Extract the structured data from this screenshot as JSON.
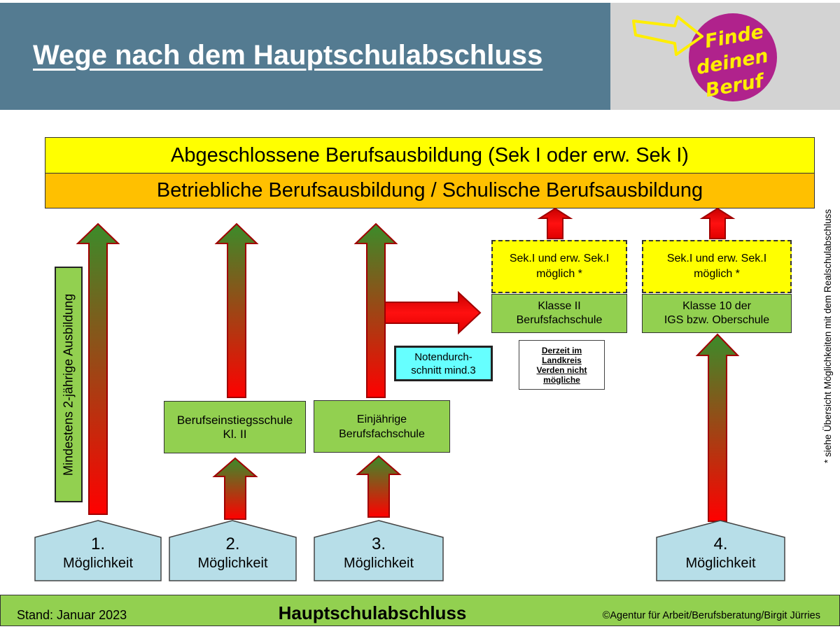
{
  "header": {
    "title": "Wege nach dem Hauptschulabschluss"
  },
  "logo": {
    "lines": [
      "Finde",
      "deinen",
      "Beruf"
    ]
  },
  "goal_bar": {
    "label": "Abgeschlossene Berufsausbildung (Sek I oder erw. Sek I)"
  },
  "training_bar": {
    "label": "Betriebliche Berufsausbildung / Schulische Berufsausbildung"
  },
  "path1": {
    "requirement": "Mindestens 2-jährige Ausbildung"
  },
  "path2": {
    "school_lines": [
      "Berufseinstiegsschule",
      "Kl. II"
    ]
  },
  "path3": {
    "school_lines": [
      "Einjährige",
      "Berufsfachschule"
    ],
    "condition_lines": [
      "Notendurch-",
      "schnitt  mind.3"
    ]
  },
  "branch_klasse2": {
    "qualification_lines": [
      "Sek.I und erw. Sek.I",
      "möglich *"
    ],
    "school_lines": [
      "Klasse II",
      "Berufsfachschule"
    ],
    "note_lines": [
      "Derzeit im",
      "Landkreis",
      "Verden nicht",
      "mögliche"
    ]
  },
  "path4": {
    "qualification_lines": [
      "Sek.I und erw. Sek.I",
      "möglich *"
    ],
    "school_lines": [
      "Klasse 10 der",
      "IGS bzw. Oberschule"
    ]
  },
  "options": [
    {
      "number": "1.",
      "label": "Möglichkeit"
    },
    {
      "number": "2.",
      "label": "Möglichkeit"
    },
    {
      "number": "3.",
      "label": "Möglichkeit"
    },
    {
      "number": "4.",
      "label": "Möglichkeit"
    }
  ],
  "side_note": "* siehe Übersicht Möglichkeiten mit dem Realschulabschluss",
  "footer": {
    "date": "Stand: Januar 2023",
    "topic": "Hauptschulabschluss",
    "copyright": "©Agentur für Arbeit/Berufsberatung/Birgit Jürries"
  },
  "colors": {
    "header_bg": "#547b91",
    "logo_bg": "#d3d3d3",
    "logo_circle": "#b0228c",
    "logo_text": "#ffee00",
    "goal_bar": "#ffff00",
    "training_bar": "#ffc000",
    "school_box": "#92d050",
    "qualification_box": "#ffff00",
    "condition_box": "#66ffff",
    "option_house": "#b7dee8",
    "arrow_top": "#3b8c2a",
    "arrow_bottom": "#ff0000",
    "arrow_outline": "#a00000",
    "footer_bg": "#92d050"
  }
}
